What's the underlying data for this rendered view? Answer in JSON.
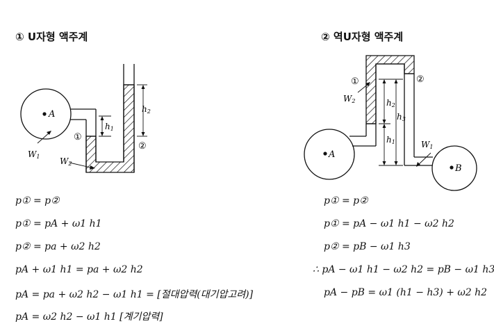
{
  "left": {
    "title": "① U자형 액주계",
    "labels": {
      "A": "A",
      "point1": "①",
      "point2": "②",
      "h1": "h",
      "h1_sub": "1",
      "h2": "h",
      "h2_sub": "2",
      "W1": "W",
      "W1_sub": "1",
      "W2": "W",
      "W2_sub": "2"
    },
    "equations": [
      "p① = p②",
      "p① = pA + ω1 h1",
      "p② = pa + ω2 h2",
      "pA + ω1 h1 = pa + ω2 h2",
      "pA = pa + ω2 h2 − ω1 h1 = [절대압력(대기압고려)]",
      "pA = ω2 h2 − ω1 h1   [계기압력]"
    ]
  },
  "right": {
    "title": "② 역U자형 액주계",
    "labels": {
      "A": "A",
      "B": "B",
      "point1": "①",
      "point2": "②",
      "h1": "h",
      "h1_sub": "1",
      "h2": "h",
      "h2_sub": "2",
      "h3": "h",
      "h3_sub": "3",
      "W1": "W",
      "W1_sub": "1",
      "W2": "W",
      "W2_sub": "2"
    },
    "equations": [
      "p① = p②",
      "p① = pA − ω1 h1 − ω2 h2",
      "p② = pB − ω1 h3",
      "∴ pA − ω1 h1 − ω2 h2 = pB − ω1 h3",
      "pA − pB = ω1 (h1 − h3) + ω2 h2"
    ]
  }
}
